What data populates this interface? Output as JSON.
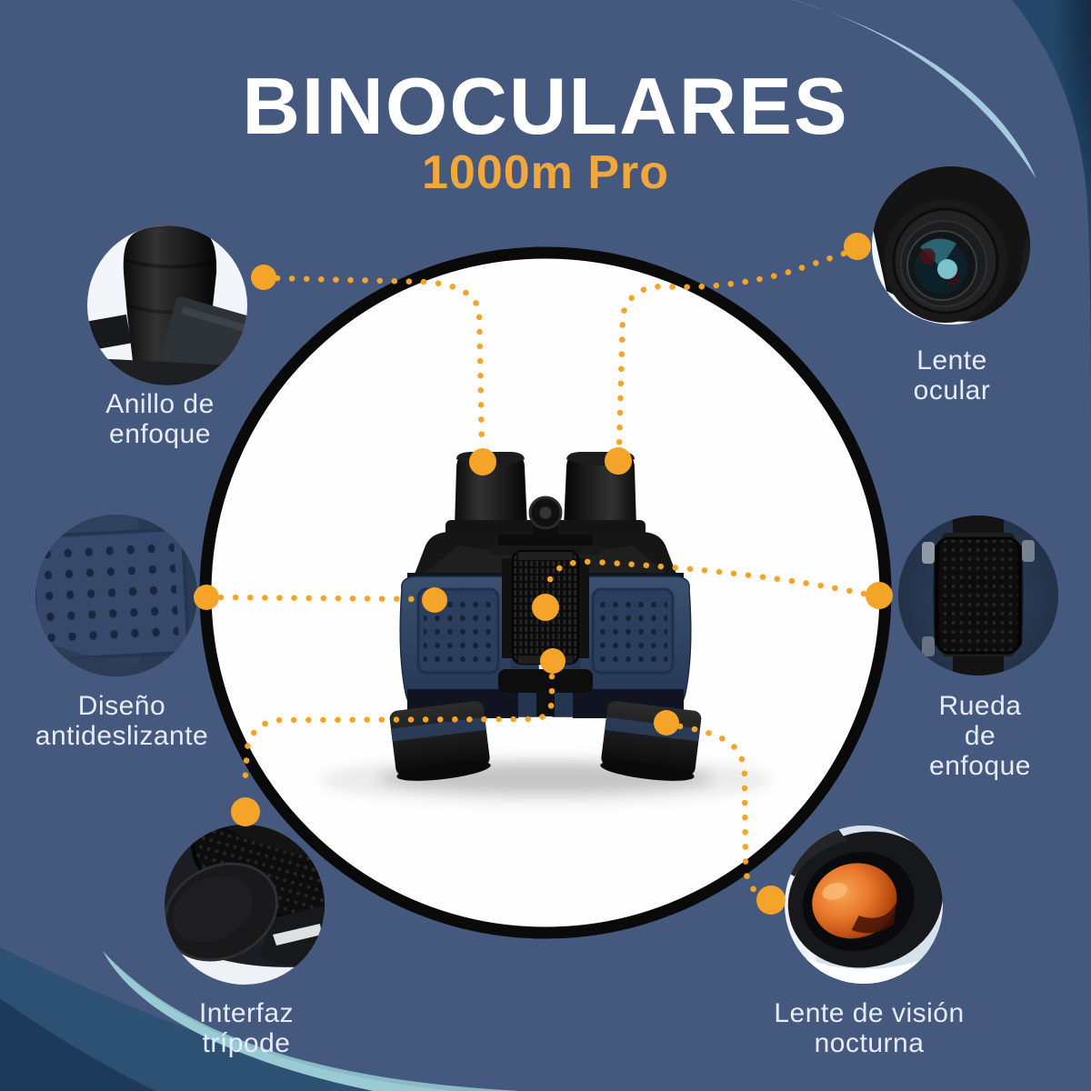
{
  "page": {
    "title": "BINOCULARES",
    "subtitle": "1000m Pro"
  },
  "features": [
    {
      "id": "focus-ring",
      "label": "Anillo de\nenfoque"
    },
    {
      "id": "eyepiece-lens",
      "label": "Lente\nocular"
    },
    {
      "id": "anti-slip-design",
      "label": "Diseño\nantideslizante"
    },
    {
      "id": "focus-wheel",
      "label": "Rueda de\nenfoque"
    },
    {
      "id": "tripod-interface",
      "label": "Interfaz\ntrípode"
    },
    {
      "id": "night-vision-lens",
      "label": "Lente de visión\nnocturna"
    }
  ],
  "colors": {
    "background": "#45587d",
    "accent_orange": "#f5a42a",
    "subtitle_orange": "#f0a73c",
    "title_white": "#ffffff",
    "label_text": "#e6ecf7",
    "corner_navy": "#14304e",
    "crescent_light_blue": "#a4cbde",
    "bottom_teal_band": "#98cbd4",
    "bottom_blue_band": "#2d5173",
    "center_circle_fill": "#ffffff",
    "center_circle_border": "#0a0a0a",
    "binocular_navy": "#2e4161"
  }
}
